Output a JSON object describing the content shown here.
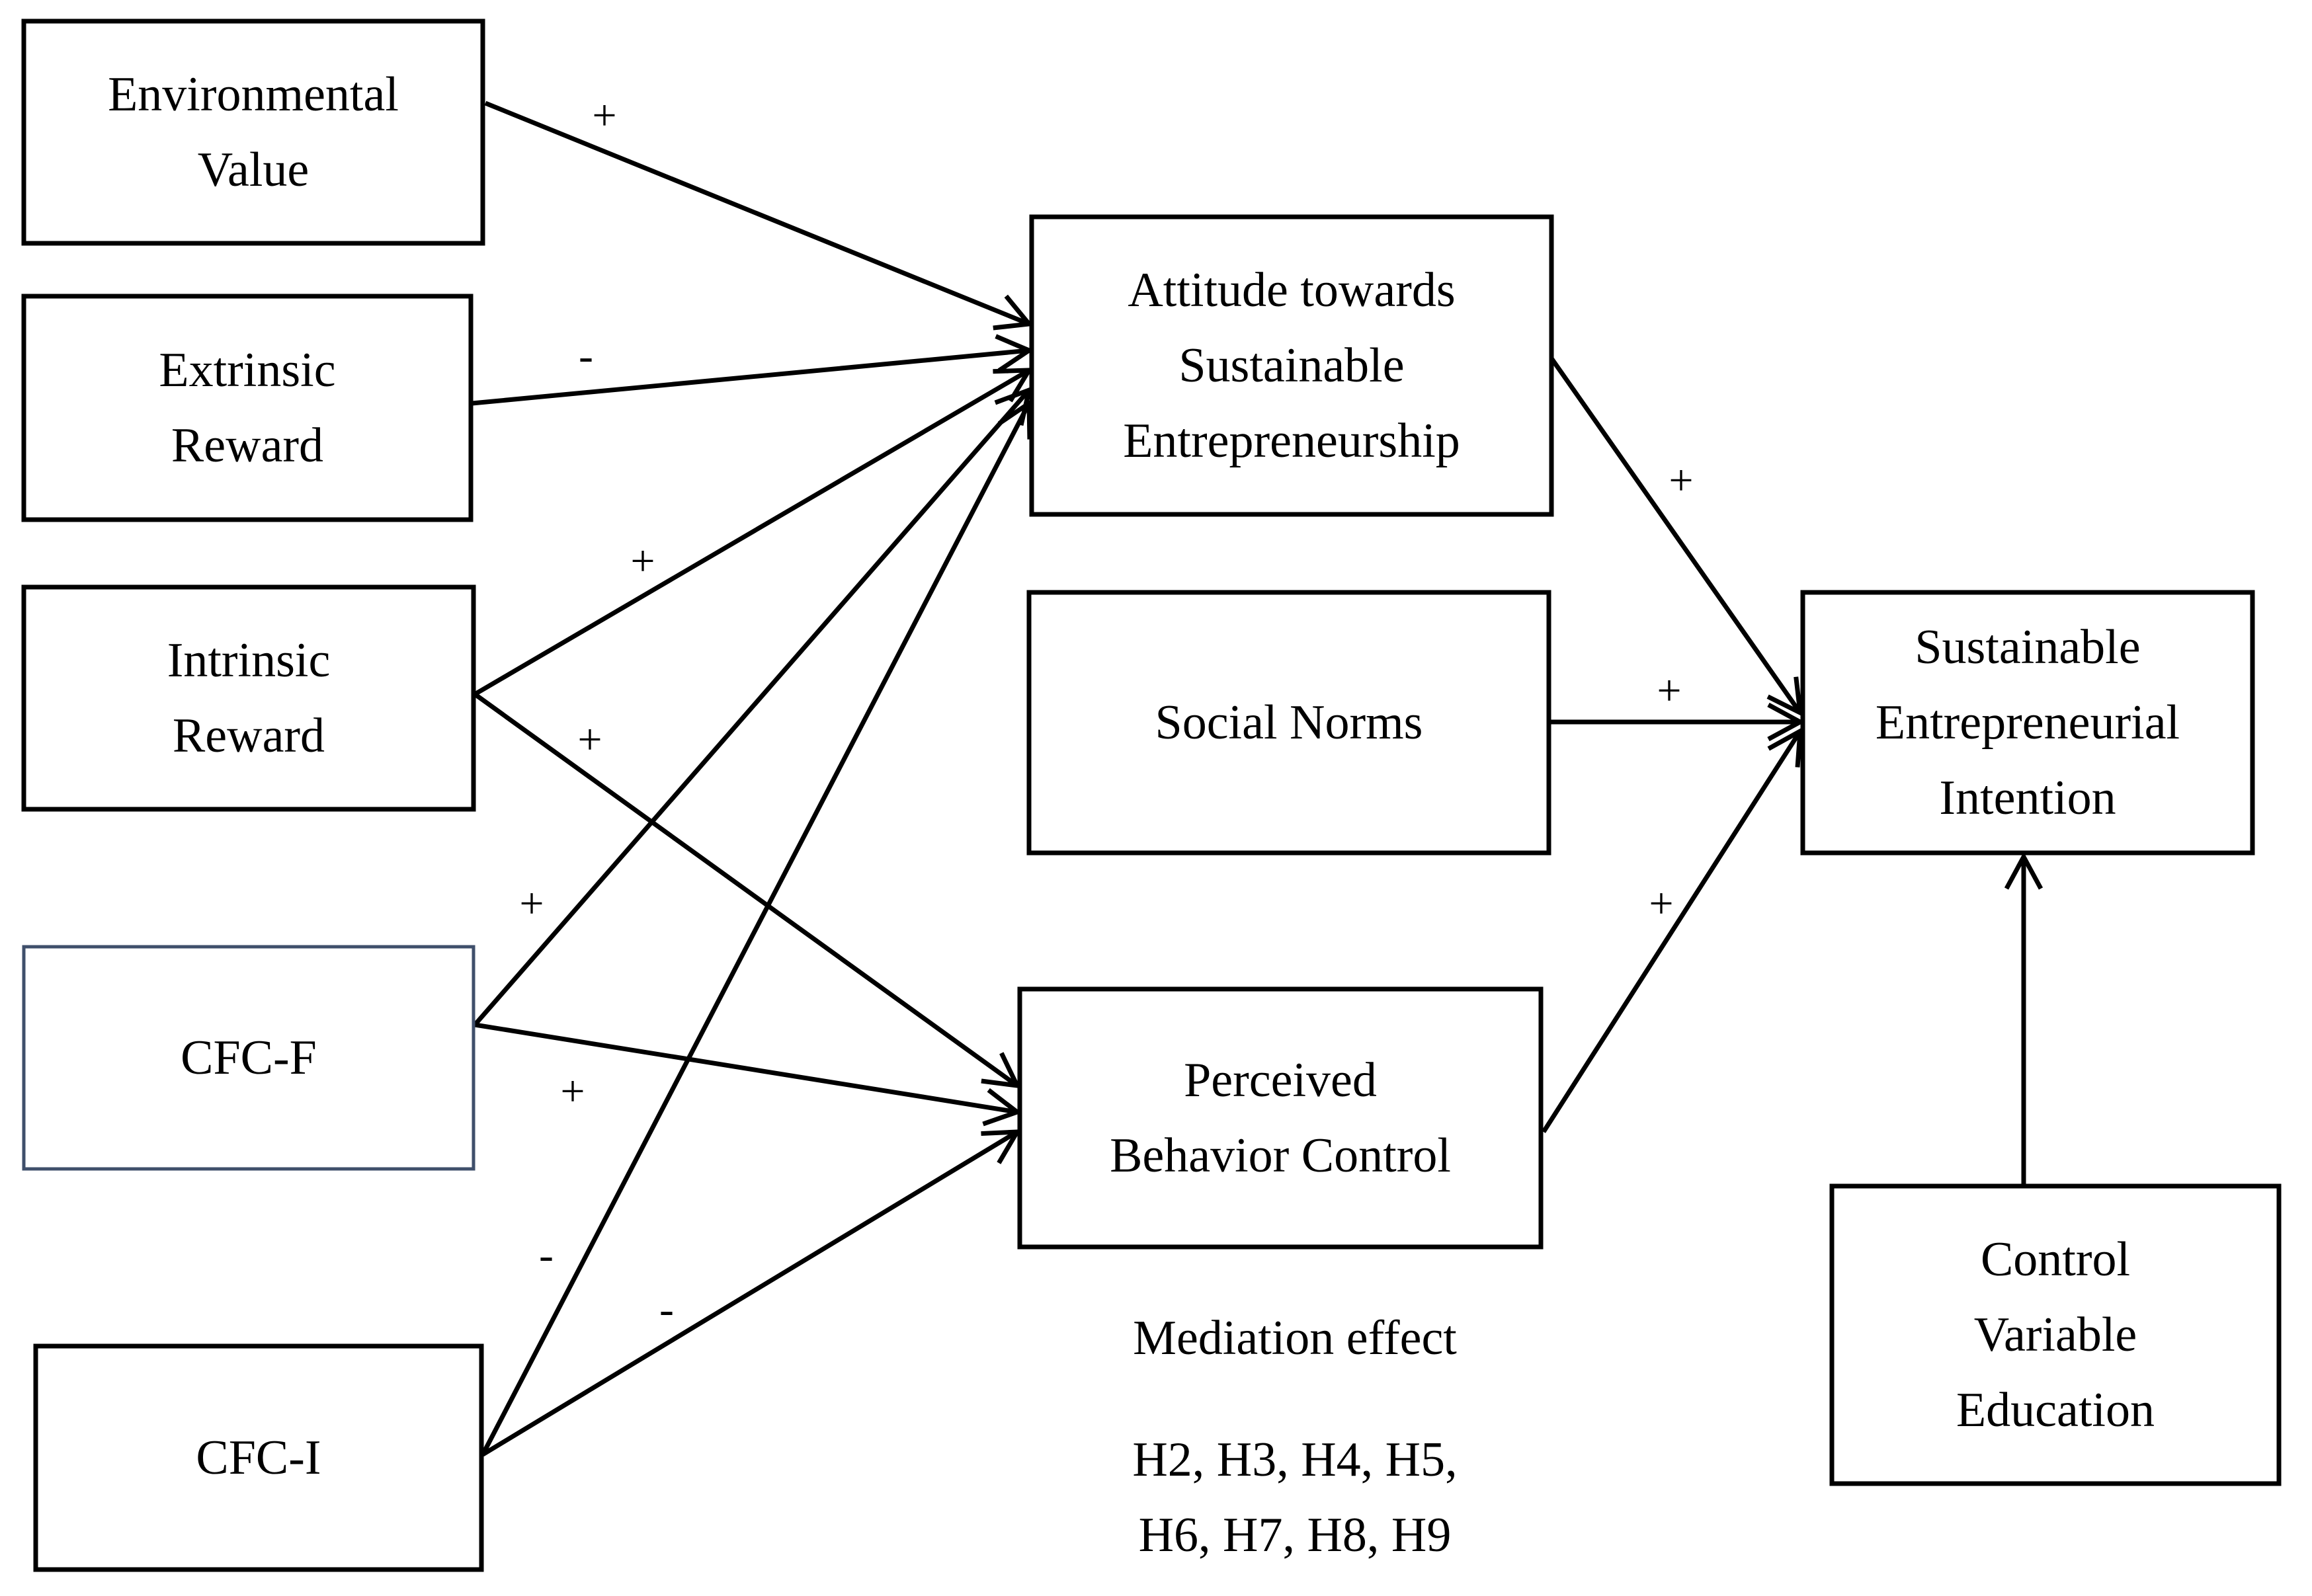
{
  "nodes": {
    "environmental_value": {
      "lines": [
        "Environmental",
        "Value"
      ]
    },
    "extrinsic_reward": {
      "lines": [
        "Extrinsic",
        "Reward"
      ]
    },
    "intrinsic_reward": {
      "lines": [
        "Intrinsic",
        "Reward"
      ]
    },
    "cfc_f": {
      "lines": [
        "CFC-F"
      ]
    },
    "cfc_i": {
      "lines": [
        "CFC-I"
      ]
    },
    "attitude": {
      "lines": [
        "Attitude towards",
        "Sustainable",
        "Entrepreneurship"
      ]
    },
    "social_norms": {
      "lines": [
        "Social Norms"
      ]
    },
    "pbc": {
      "lines": [
        "Perceived",
        "Behavior Control"
      ]
    },
    "intention": {
      "lines": [
        "Sustainable",
        "Entrepreneurial",
        "Intention"
      ]
    },
    "control": {
      "lines": [
        "Control",
        "Variable",
        "Education"
      ]
    }
  },
  "edges": [
    {
      "from": "environmental_value",
      "to": "attitude",
      "sign": "+"
    },
    {
      "from": "extrinsic_reward",
      "to": "attitude",
      "sign": "-"
    },
    {
      "from": "intrinsic_reward",
      "to": "attitude",
      "sign": "+"
    },
    {
      "from": "intrinsic_reward",
      "to": "pbc",
      "sign": "+"
    },
    {
      "from": "cfc_f",
      "to": "attitude",
      "sign": "+"
    },
    {
      "from": "cfc_f",
      "to": "pbc",
      "sign": "+"
    },
    {
      "from": "cfc_i",
      "to": "attitude",
      "sign": "-"
    },
    {
      "from": "cfc_i",
      "to": "pbc",
      "sign": "-"
    },
    {
      "from": "attitude",
      "to": "intention",
      "sign": "+"
    },
    {
      "from": "social_norms",
      "to": "intention",
      "sign": "+"
    },
    {
      "from": "pbc",
      "to": "intention",
      "sign": "+"
    },
    {
      "from": "control",
      "to": "intention",
      "sign": ""
    }
  ],
  "mediation": {
    "title": "Mediation effect",
    "line1": "H2, H3, H4, H5,",
    "line2": "H6, H7, H8, H9"
  }
}
